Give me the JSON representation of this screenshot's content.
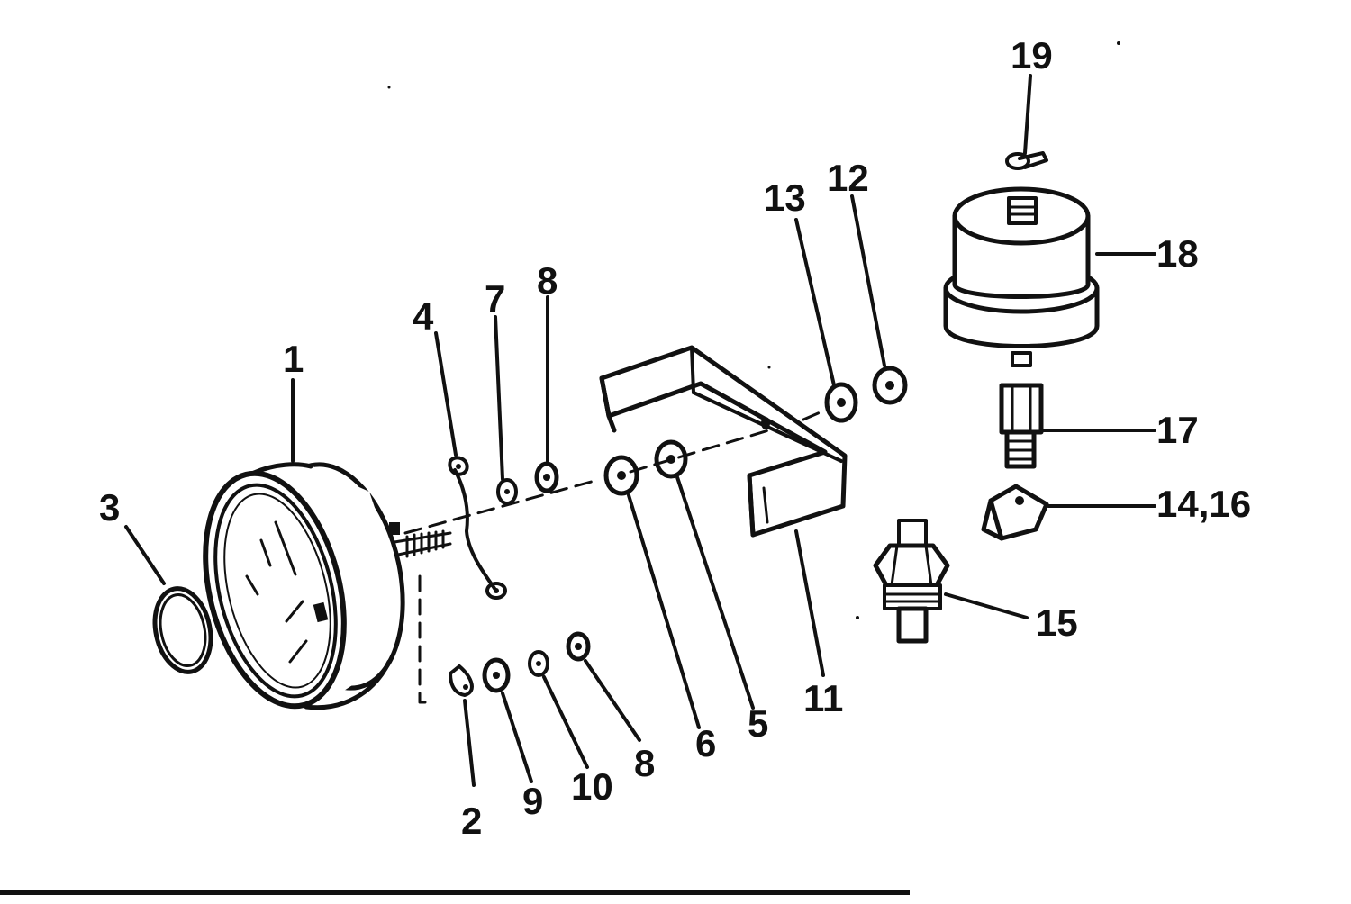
{
  "diagram": {
    "callouts": [
      {
        "id": "1",
        "label": "1"
      },
      {
        "id": "2",
        "label": "2"
      },
      {
        "id": "3",
        "label": "3"
      },
      {
        "id": "4",
        "label": "4"
      },
      {
        "id": "5",
        "label": "5"
      },
      {
        "id": "6",
        "label": "6"
      },
      {
        "id": "7",
        "label": "7"
      },
      {
        "id": "8a",
        "label": "8"
      },
      {
        "id": "8b",
        "label": "8"
      },
      {
        "id": "9",
        "label": "9"
      },
      {
        "id": "10",
        "label": "10"
      },
      {
        "id": "11",
        "label": "11"
      },
      {
        "id": "12",
        "label": "12"
      },
      {
        "id": "13",
        "label": "13"
      },
      {
        "id": "14-16",
        "label": "14,16"
      },
      {
        "id": "15",
        "label": "15"
      },
      {
        "id": "17",
        "label": "17"
      },
      {
        "id": "18",
        "label": "18"
      },
      {
        "id": "19",
        "label": "19"
      }
    ]
  }
}
